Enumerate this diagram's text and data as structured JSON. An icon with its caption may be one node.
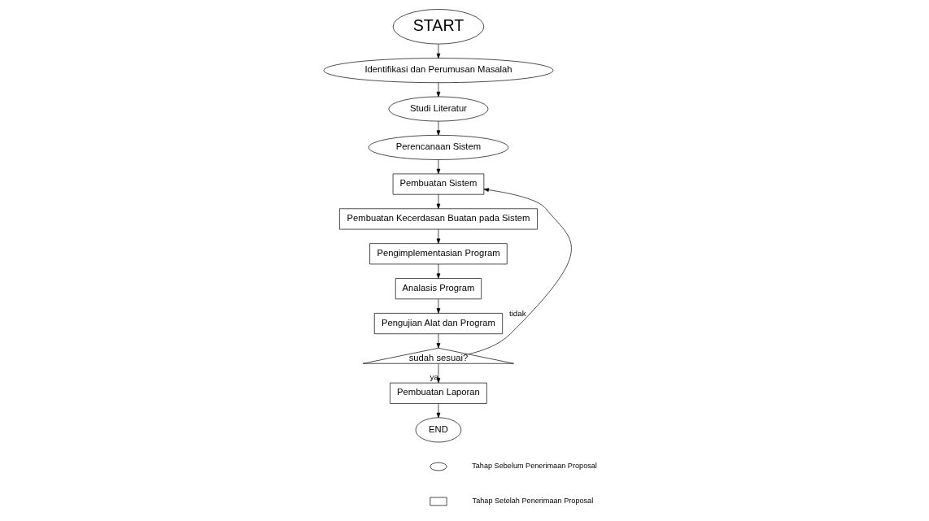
{
  "diagram": {
    "nodes": [
      {
        "text": [
          "START"
        ]
      },
      {
        "text": [
          "Identifikasi dan Perumusan Masalah"
        ]
      },
      {
        "text": [
          "Studi Literatur"
        ]
      },
      {
        "text": [
          "Perencanaan Sistem"
        ]
      },
      {
        "text": [
          "Pembuatan Sistem"
        ]
      },
      {
        "text": [
          "Pembuatan Kecerdasan Buatan pada Sistem"
        ]
      },
      {
        "text": [
          "Pengimplementasian Program"
        ]
      },
      {
        "text": [
          "Analasis Program"
        ]
      },
      {
        "text": [
          "Pengujian Alat dan Program"
        ]
      },
      {
        "text": [
          "sudah sesuai?"
        ]
      },
      {
        "text": [
          "Pembuatan Laporan"
        ]
      },
      {
        "text": [
          "END"
        ]
      }
    ],
    "edges": [
      {
        "from": 0,
        "to": 1,
        "arrow": "to"
      },
      {
        "from": 1,
        "to": 2,
        "arrow": "to"
      },
      {
        "from": 2,
        "to": 3,
        "arrow": "to"
      },
      {
        "from": 3,
        "to": 4,
        "arrow": "to"
      },
      {
        "from": 4,
        "to": 5,
        "arrow": "to"
      },
      {
        "from": 5,
        "to": 6,
        "arrow": "to"
      },
      {
        "from": 6,
        "to": 7,
        "arrow": "to"
      },
      {
        "from": 7,
        "to": 8,
        "arrow": "to"
      },
      {
        "from": 8,
        "to": 9,
        "arrow": "to"
      },
      {
        "from": 9,
        "to": 4,
        "arrow": "to",
        "label": "tidak"
      },
      {
        "from": 9,
        "to": 10,
        "arrow": "to",
        "label": "ya"
      },
      {
        "from": 10,
        "to": 11,
        "arrow": "to"
      }
    ],
    "legend": [
      {
        "text": "Tahap Sebelum Penerimaan Proposal"
      },
      {
        "text": "Tahap Setelah Penerimaan Proposal"
      }
    ]
  }
}
